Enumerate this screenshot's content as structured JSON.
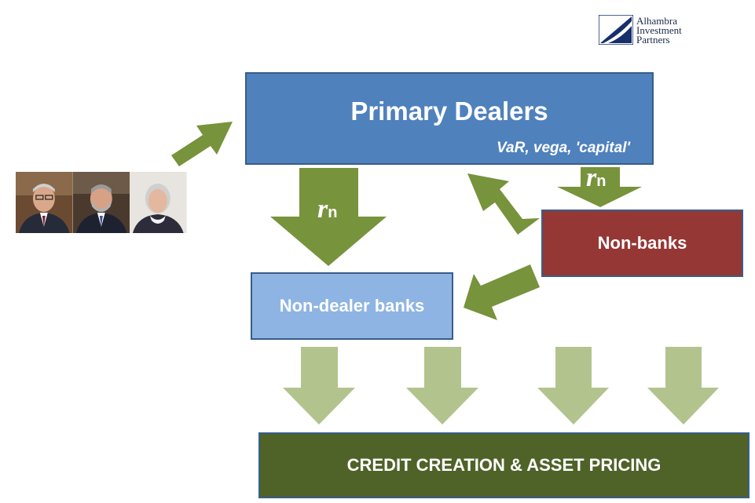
{
  "logo": {
    "lines": [
      "Alhambra",
      "Investment",
      "Partners"
    ],
    "colors": {
      "navy": "#17306b",
      "mark_bg": "#ffffff"
    }
  },
  "primary_dealers": {
    "title": "Primary Dealers",
    "subtitle": "VaR, vega, 'capital'",
    "color": "#4f81bd"
  },
  "non_banks": {
    "label": "Non-banks",
    "color": "#953735"
  },
  "non_dealer_banks": {
    "label": "Non-dealer banks",
    "color": "#8eb4e3"
  },
  "credit": {
    "label": "CREDIT CREATION & ASSET PRICING",
    "color": "#4f6228"
  },
  "rate_label": {
    "r": "r",
    "n": "n"
  },
  "arrows": {
    "dark_color": "#77933c",
    "light_color": "#b3c38e",
    "count_light_down": 4
  },
  "portraits": {
    "count": 3,
    "description_icons": [
      "portrait-greenspan-icon",
      "portrait-bernanke-icon",
      "portrait-yellen-icon"
    ]
  }
}
